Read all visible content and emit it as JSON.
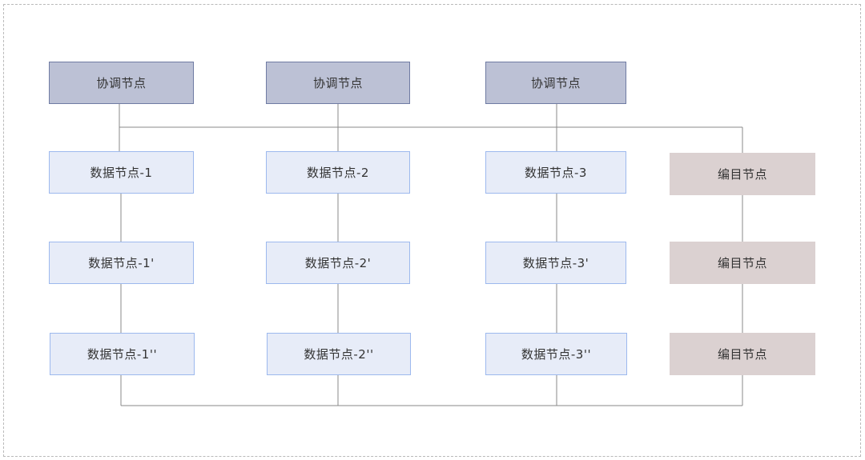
{
  "colors": {
    "coordinator_fill": "#bcc1d5",
    "coordinator_border": "#6f7ba3",
    "data_fill": "#e7ecf8",
    "data_border": "#9db9ee",
    "catalog_fill": "#dbd1d1",
    "line": "#8a8a8a",
    "frame_border": "#b9b9b9"
  },
  "coordinators": [
    {
      "label": "协调节点"
    },
    {
      "label": "协调节点"
    },
    {
      "label": "协调节点"
    }
  ],
  "data_columns": [
    {
      "nodes": [
        {
          "label": "数据节点-1"
        },
        {
          "label": "数据节点-1'"
        },
        {
          "label": "数据节点-1''"
        }
      ]
    },
    {
      "nodes": [
        {
          "label": "数据节点-2"
        },
        {
          "label": "数据节点-2'"
        },
        {
          "label": "数据节点-2''"
        }
      ]
    },
    {
      "nodes": [
        {
          "label": "数据节点-3"
        },
        {
          "label": "数据节点-3'"
        },
        {
          "label": "数据节点-3''"
        }
      ]
    }
  ],
  "catalog_nodes": [
    {
      "label": "编目节点"
    },
    {
      "label": "编目节点"
    },
    {
      "label": "编目节点"
    }
  ]
}
